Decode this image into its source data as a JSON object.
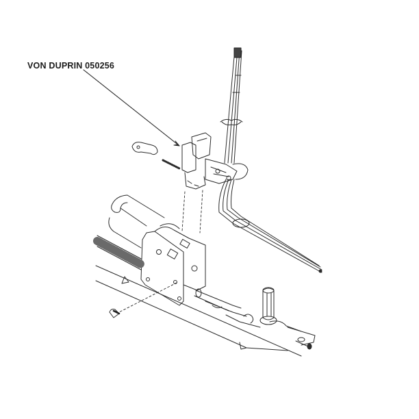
{
  "diagram": {
    "type": "exploded-parts-view",
    "callouts": [
      {
        "label": "VON DUPRIN 050256",
        "points_to": "latch-bracket-part"
      }
    ],
    "colors": {
      "line": "#2b2b2b",
      "background": "#ffffff",
      "label": "#1a1a1a"
    }
  }
}
